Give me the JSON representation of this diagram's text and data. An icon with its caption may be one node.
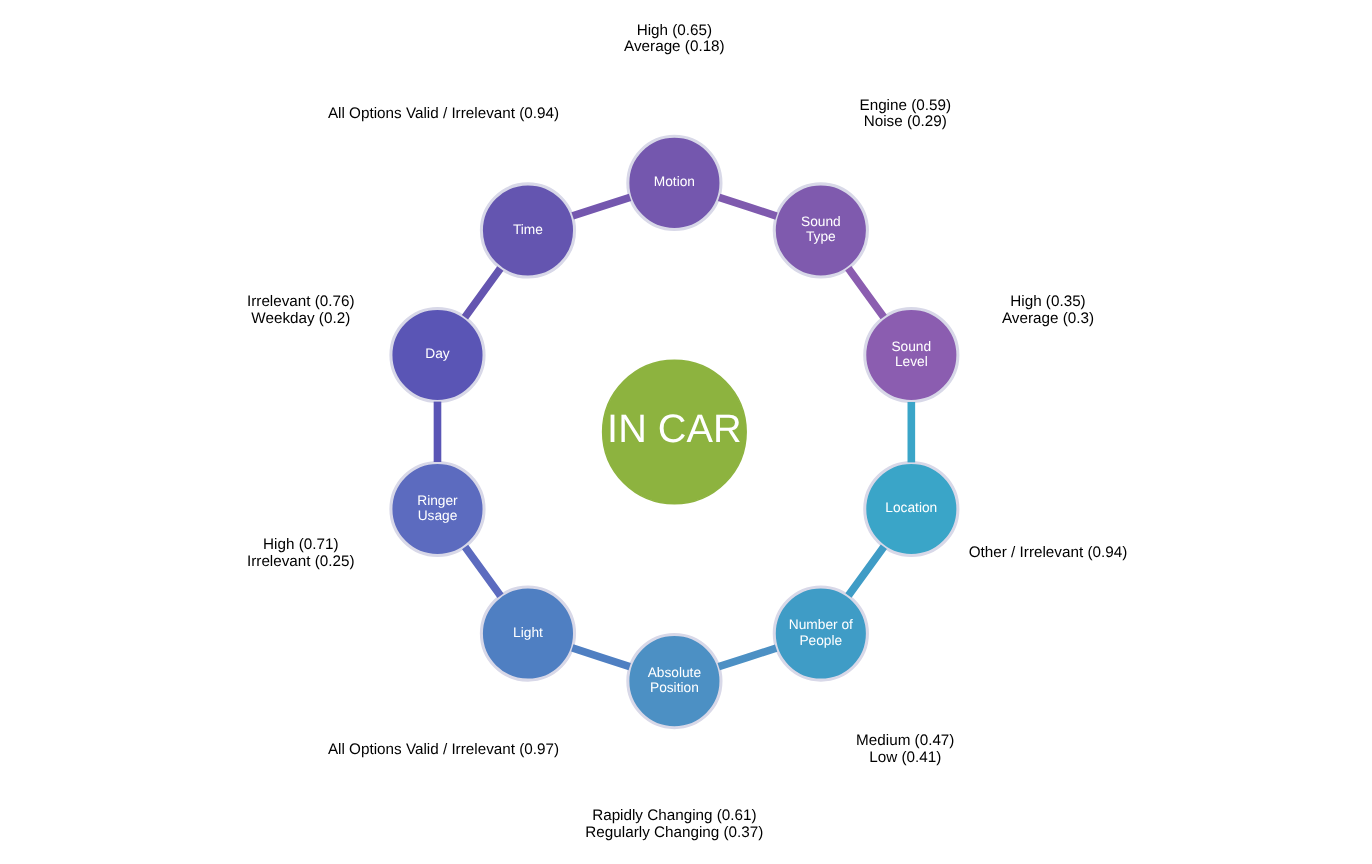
{
  "diagram": {
    "nodes": [
      {
        "text": [
          "Sound Level"
        ],
        "beside": [
          "High (0.35)",
          "Average (0.3)"
        ]
      },
      {
        "text": [
          "Sound Type"
        ],
        "beside": [
          "Engine (0.59)",
          "Noise (0.29)"
        ]
      },
      {
        "text": [
          "Motion"
        ],
        "beside": [
          "High (0.65)",
          "Average (0.18)"
        ]
      },
      {
        "text": [
          "Time"
        ],
        "beside": [
          "All Options Valid / Irrelevant (0.94)"
        ]
      },
      {
        "text": [
          "Day"
        ],
        "beside": [
          "Irrelevant (0.76)",
          "Weekday (0.2)"
        ]
      },
      {
        "text": [
          "Ringer Usage"
        ],
        "beside": [
          "High (0.71)",
          "Irrelevant (0.25)"
        ]
      },
      {
        "text": [
          "Light"
        ],
        "beside": [
          "All Options Valid / Irrelevant (0.97)"
        ]
      },
      {
        "text": [
          "Absolute Position"
        ],
        "beside": [
          "Rapidly Changing (0.61)",
          "Regularly Changing (0.37)"
        ]
      },
      {
        "text": [
          "Number of People"
        ],
        "beside": [
          "Medium (0.47)",
          "Low (0.41)"
        ]
      },
      {
        "text": [
          "Location"
        ],
        "beside": [
          "Other / Irrelevant (0.94)"
        ]
      },
      {
        "text": [
          "IN CAR"
        ]
      }
    ],
    "edges": [
      {
        "from": 0,
        "to": 1,
        "arrow": "none"
      },
      {
        "from": 1,
        "to": 2,
        "arrow": "none"
      },
      {
        "from": 2,
        "to": 3,
        "arrow": "none"
      },
      {
        "from": 3,
        "to": 4,
        "arrow": "none"
      },
      {
        "from": 4,
        "to": 5,
        "arrow": "none"
      },
      {
        "from": 5,
        "to": 6,
        "arrow": "none"
      },
      {
        "from": 6,
        "to": 7,
        "arrow": "none"
      },
      {
        "from": 7,
        "to": 8,
        "arrow": "none"
      },
      {
        "from": 8,
        "to": 9,
        "arrow": "none"
      },
      {
        "from": 9,
        "to": 0,
        "arrow": "none"
      }
    ]
  }
}
